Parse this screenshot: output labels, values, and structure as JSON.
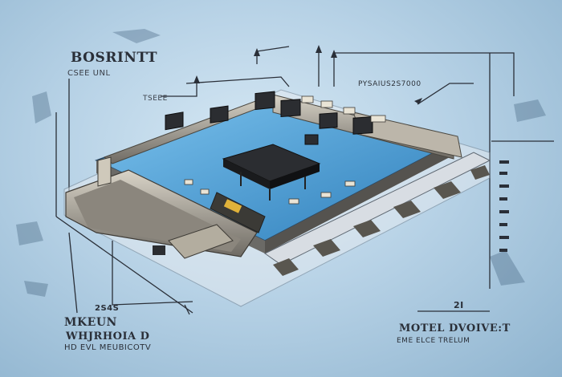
{
  "labels": {
    "title": "BOSRINTT",
    "subtitle": "CSEE UNL",
    "small_note": "TSEEE",
    "code_line": "PYSAIUS2S7000",
    "bottom_left_1": "2S4S",
    "bottom_left_2": "MKEUN",
    "bottom_left_3": "WHJRHOIA D",
    "bottom_left_4": "HD EVL MEUBICOTV",
    "bottom_right_0": "2I",
    "bottom_right_1": "MOTEL DVOIVE:T",
    "bottom_right_2": "EME ELCE TRELUM"
  },
  "colors": {
    "background": "#b7d2e6",
    "pcb": "#4fa3dc",
    "metal": "#9a958c",
    "chip": "#2b2d31"
  }
}
